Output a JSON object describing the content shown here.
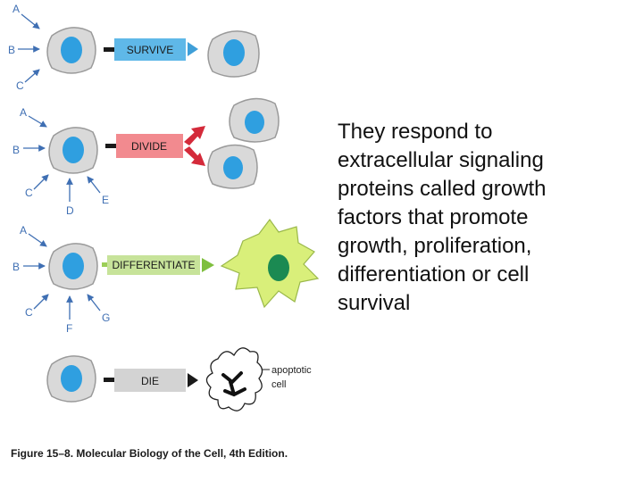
{
  "diagram": {
    "rows": [
      {
        "signals": [
          "A",
          "B",
          "C"
        ],
        "action": "SURVIVE",
        "color": "#5fb8e8"
      },
      {
        "signals": [
          "A",
          "B",
          "C",
          "D",
          "E"
        ],
        "action": "DIVIDE",
        "color": "#f28a8f"
      },
      {
        "signals": [
          "A",
          "B",
          "C",
          "F",
          "G"
        ],
        "action": "DIFFERENTIATE",
        "color": "#9ccf57"
      },
      {
        "signals": [],
        "action": "DIE",
        "color": "#d3d3d3"
      }
    ],
    "apoptotic_label": [
      "apoptotic",
      "cell"
    ],
    "caption": "Figure 15–8. Molecular Biology of the Cell, 4th Edition."
  },
  "side_text": "They respond to\nextracellular signaling\nproteins called growth\nfactors that promote\ngrowth, proliferation,\ndifferentiation or cell\nsurvival",
  "colors": {
    "cell_body": "#d9d9d9",
    "cell_outline": "#9a9a9a",
    "nucleus": "#2f9fe0",
    "signal_arrow": "#3f6fb3",
    "neuron_body": "#d9ef7a",
    "neuron_nucleus": "#1b8a52"
  }
}
